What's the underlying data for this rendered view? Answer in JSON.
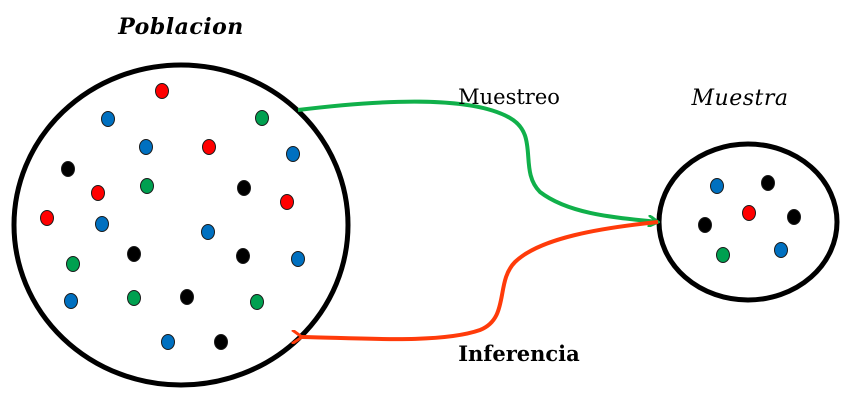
{
  "labels": {
    "population": "Poblacion",
    "sample": "Muestra",
    "sampling": "Muestreo",
    "inference": "Inferencia"
  },
  "colors": {
    "sampling_arrow": "#10b04a",
    "inference_arrow": "#ff3b0a",
    "red": "#ff0000",
    "blue": "#0070c0",
    "green": "#00a050",
    "black": "#000000"
  },
  "population_dots": [
    "red",
    "green",
    "blue",
    "blue",
    "red",
    "blue",
    "black",
    "red",
    "green",
    "black",
    "red",
    "red",
    "blue",
    "blue",
    "green",
    "black",
    "black",
    "blue",
    "blue",
    "green",
    "black",
    "green",
    "blue",
    "black"
  ],
  "sample_dots": [
    "blue",
    "black",
    "black",
    "red",
    "black",
    "green",
    "blue"
  ]
}
